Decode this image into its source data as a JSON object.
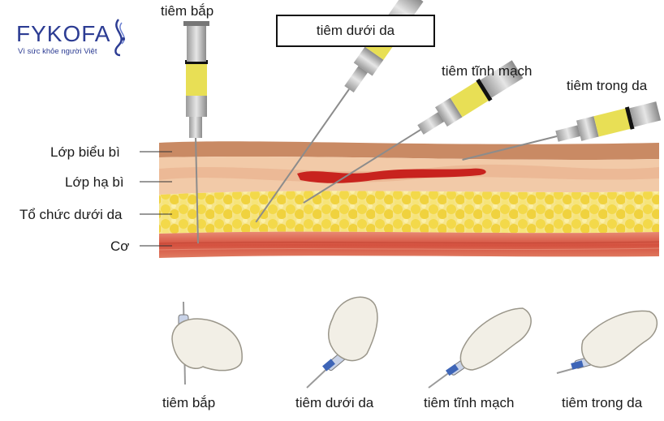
{
  "logo": {
    "name": "FYKOFA",
    "tagline": "Vì sức khỏe người Việt"
  },
  "title": "tiêm dưới da",
  "needle_labels": {
    "intramuscular": "tiêm bắp",
    "intravenous": "tiêm tĩnh mạch",
    "intradermal": "tiêm trong da"
  },
  "layers": [
    "Lớp biểu bì",
    "Lớp hạ bì",
    "Tổ chức dưới da",
    "Cơ"
  ],
  "captions": [
    "tiêm bắp",
    "tiêm dưới da",
    "tiêm tĩnh mạch",
    "tiêm trong da"
  ],
  "colors": {
    "brand": "#2c3c93",
    "epidermis": "#c98a64",
    "dermis": "#f2c8a6",
    "fat": "#f4df6a",
    "muscle": "#d9614f",
    "vein": "#c8231e",
    "syringe_fluid": "#e8df55",
    "glove": "#f2efe6"
  }
}
